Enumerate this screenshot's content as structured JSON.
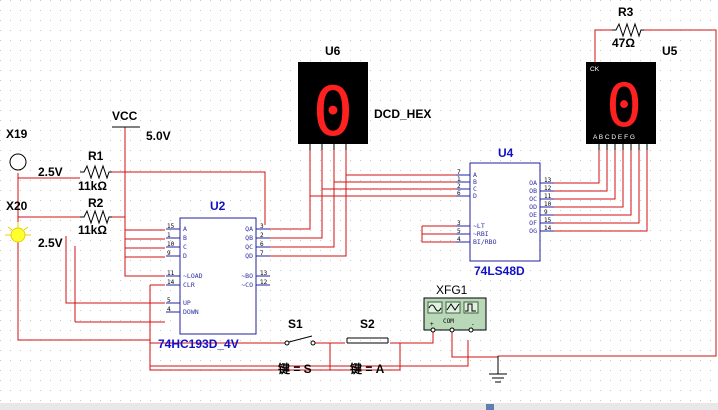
{
  "components": {
    "x19": {
      "ref": "X19",
      "voltage": "2.5V"
    },
    "x20": {
      "ref": "X20",
      "voltage": "2.5V"
    },
    "vcc": {
      "ref": "VCC",
      "voltage": "5.0V"
    },
    "r1": {
      "ref": "R1",
      "value": "11kΩ"
    },
    "r2": {
      "ref": "R2",
      "value": "11kΩ"
    },
    "r3": {
      "ref": "R3",
      "value": "47Ω"
    },
    "u6": {
      "ref": "U6",
      "type": "DCD_HEX",
      "digit": "0"
    },
    "u5": {
      "ref": "U5",
      "digit": "0",
      "ck": "CK",
      "segments": "A B C D E F G"
    },
    "u2": {
      "ref": "U2",
      "part": "74HC193D_4V",
      "pins_left": [
        "A",
        "B",
        "C",
        "D",
        "~LOAD",
        "CLR",
        "UP",
        "DOWN"
      ],
      "pin_nums_left": [
        "15",
        "1",
        "10",
        "9",
        "11",
        "14",
        "5",
        "4"
      ],
      "pins_right": [
        "QA",
        "QB",
        "QC",
        "QD",
        "~BO",
        "~CO"
      ],
      "pin_nums_right": [
        "3",
        "2",
        "6",
        "7",
        "13",
        "12"
      ]
    },
    "u4": {
      "ref": "U4",
      "part": "74LS48D",
      "pins_left": [
        "A",
        "B",
        "C",
        "D",
        "~LT",
        "~RBI",
        "BI/RBO"
      ],
      "pin_nums_left": [
        "7",
        "1",
        "2",
        "6",
        "3",
        "5",
        "4"
      ],
      "pins_right": [
        "OA",
        "OB",
        "OC",
        "OD",
        "OE",
        "OF",
        "OG"
      ],
      "pin_nums_right": [
        "13",
        "12",
        "11",
        "10",
        "9",
        "15",
        "14"
      ]
    },
    "s1": {
      "ref": "S1",
      "key": "键 = S"
    },
    "s2": {
      "ref": "S2",
      "key": "键 = A"
    },
    "xfg1": {
      "ref": "XFG1",
      "com": "COM",
      "plus": "+",
      "minus": "-"
    }
  }
}
